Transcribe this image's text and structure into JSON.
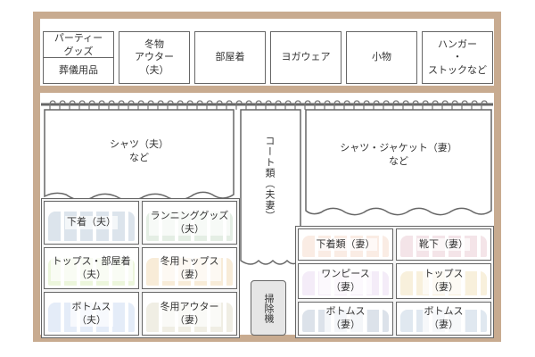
{
  "top_shelf": [
    {
      "label": "パーティー\nグッズ"
    },
    {
      "label": "葬儀用品"
    },
    {
      "label": "冬物\nアウター\n（夫）"
    },
    {
      "label": "部屋着"
    },
    {
      "label": "ヨガウェア"
    },
    {
      "label": "小物"
    },
    {
      "label": "ハンガー\n・\nストックなど"
    }
  ],
  "hanging": {
    "left": "シャツ（夫）\nなど",
    "center": "コート類（夫妻）",
    "right": "シャツ・ジャケット（妻）\nなど"
  },
  "left_cabinet": [
    {
      "label": "下着（夫）",
      "color": "#b8c8d8"
    },
    {
      "label": "ランニンググッズ\n（夫）",
      "color": "#c8dcc8"
    },
    {
      "label": "トップス・部屋着\n（夫）",
      "color": "#d8ecb8"
    },
    {
      "label": "冬用トップス\n（妻）",
      "color": "#f0d8b0"
    },
    {
      "label": "ボトムス\n（夫）",
      "color": "#c8d8f0"
    },
    {
      "label": "冬用アウター\n（妻）",
      "color": "#e0dcc8"
    }
  ],
  "vacuum": "掃除機",
  "right_cabinet": [
    {
      "label": "下着類（妻）",
      "color": "#f4d8c8"
    },
    {
      "label": "靴下（妻）",
      "color": "#e8c8d0"
    },
    {
      "label": "ワンピース\n（妻）",
      "color": "#e8d8f0"
    },
    {
      "label": "トップス\n（妻）",
      "color": "#f0e0b8"
    },
    {
      "label": "ボトムス\n（妻）",
      "color": "#b8c4d4"
    },
    {
      "label": "ボトムス\n（妻）",
      "color": "#c0d0e0"
    }
  ]
}
